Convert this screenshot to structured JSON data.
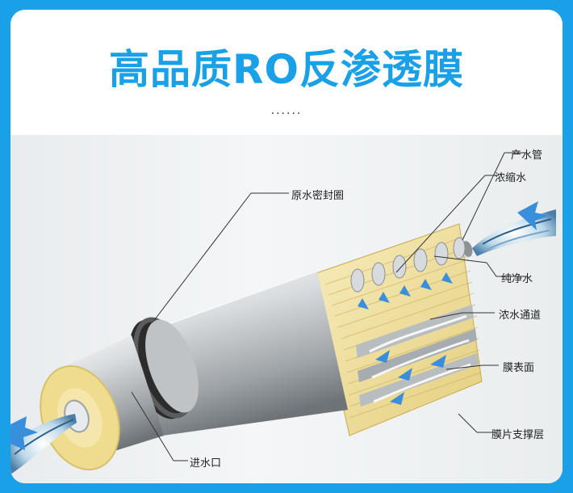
{
  "header": {
    "title": "高品质RO反渗透膜",
    "separator": "······"
  },
  "labels": {
    "product_water_tube": "产水管",
    "concentrate": "浓缩水",
    "raw_water_seal": "原水密封圈",
    "pure_water": "纯净水",
    "concentrate_channel": "浓水通道",
    "membrane_surface": "膜表面",
    "membrane_support_layer": "膜片支撑层",
    "water_inlet": "进水口"
  },
  "colors": {
    "background": "#1aa0e6",
    "title": "#1aa0e6",
    "card": "#ffffff",
    "membrane_yellow": "#f2e2a0",
    "flow_arrow": "#3a8fdc"
  }
}
